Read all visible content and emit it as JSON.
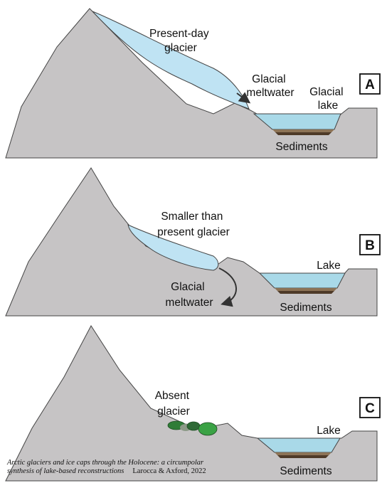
{
  "panels": {
    "a": {
      "letter": "A",
      "glacier_label": [
        "Present-day",
        "glacier"
      ],
      "meltwater_label": [
        "Glacial",
        "meltwater"
      ],
      "lake_label": [
        "Glacial",
        "lake"
      ],
      "sediments_label": "Sediments"
    },
    "b": {
      "letter": "B",
      "glacier_label": [
        "Smaller than",
        "present glacier"
      ],
      "meltwater_label": [
        "Glacial",
        "meltwater"
      ],
      "lake_label": "Lake",
      "sediments_label": "Sediments"
    },
    "c": {
      "letter": "C",
      "glacier_label": [
        "Absent",
        "glacier"
      ],
      "lake_label": "Lake",
      "sediments_label": "Sediments"
    }
  },
  "caption": {
    "title_line1": "Arctic glaciers and ice caps through the Holocene: a circumpolar",
    "title_line2": "synthesis of lake-based reconstructions",
    "authors": "Larocca & Axford, 2022"
  },
  "colors": {
    "mountain": "#c6c4c5",
    "ice": "#bfe3f3",
    "water": "#a9d9e8",
    "sediment_dark": "#4e3a28",
    "sediment_light": "#8c7356",
    "vegetation": "#3aa245",
    "outline": "#444444"
  }
}
